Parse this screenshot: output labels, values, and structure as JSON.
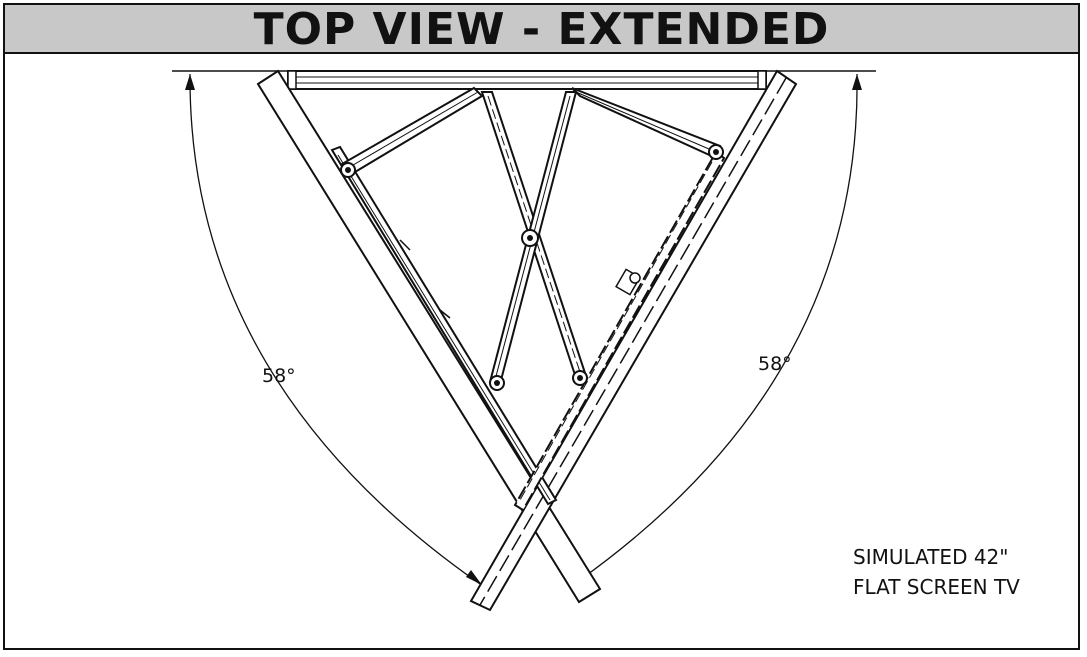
{
  "title": "TOP VIEW - EXTENDED",
  "left_angle": "58°",
  "right_angle": "58°",
  "note": {
    "line1": "SIMULATED 42\"",
    "line2": "FLAT SCREEN TV"
  }
}
